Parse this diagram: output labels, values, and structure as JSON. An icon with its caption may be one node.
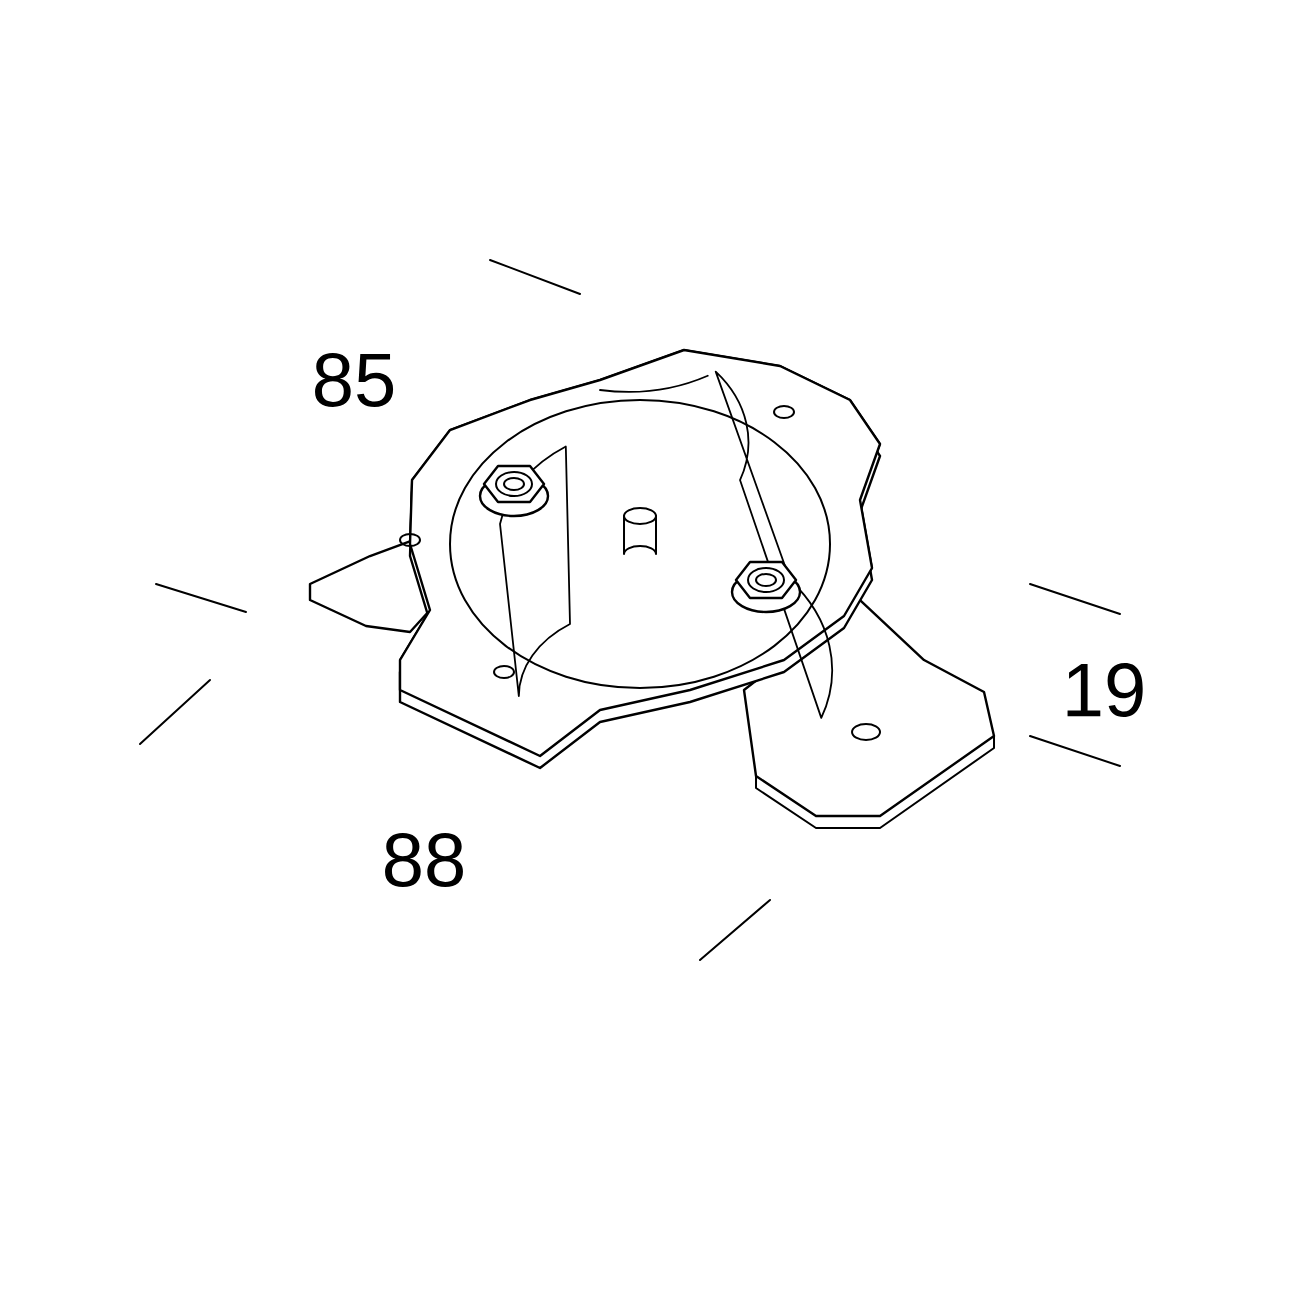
{
  "diagram": {
    "labels": [
      "85",
      "19",
      "88"
    ]
  }
}
